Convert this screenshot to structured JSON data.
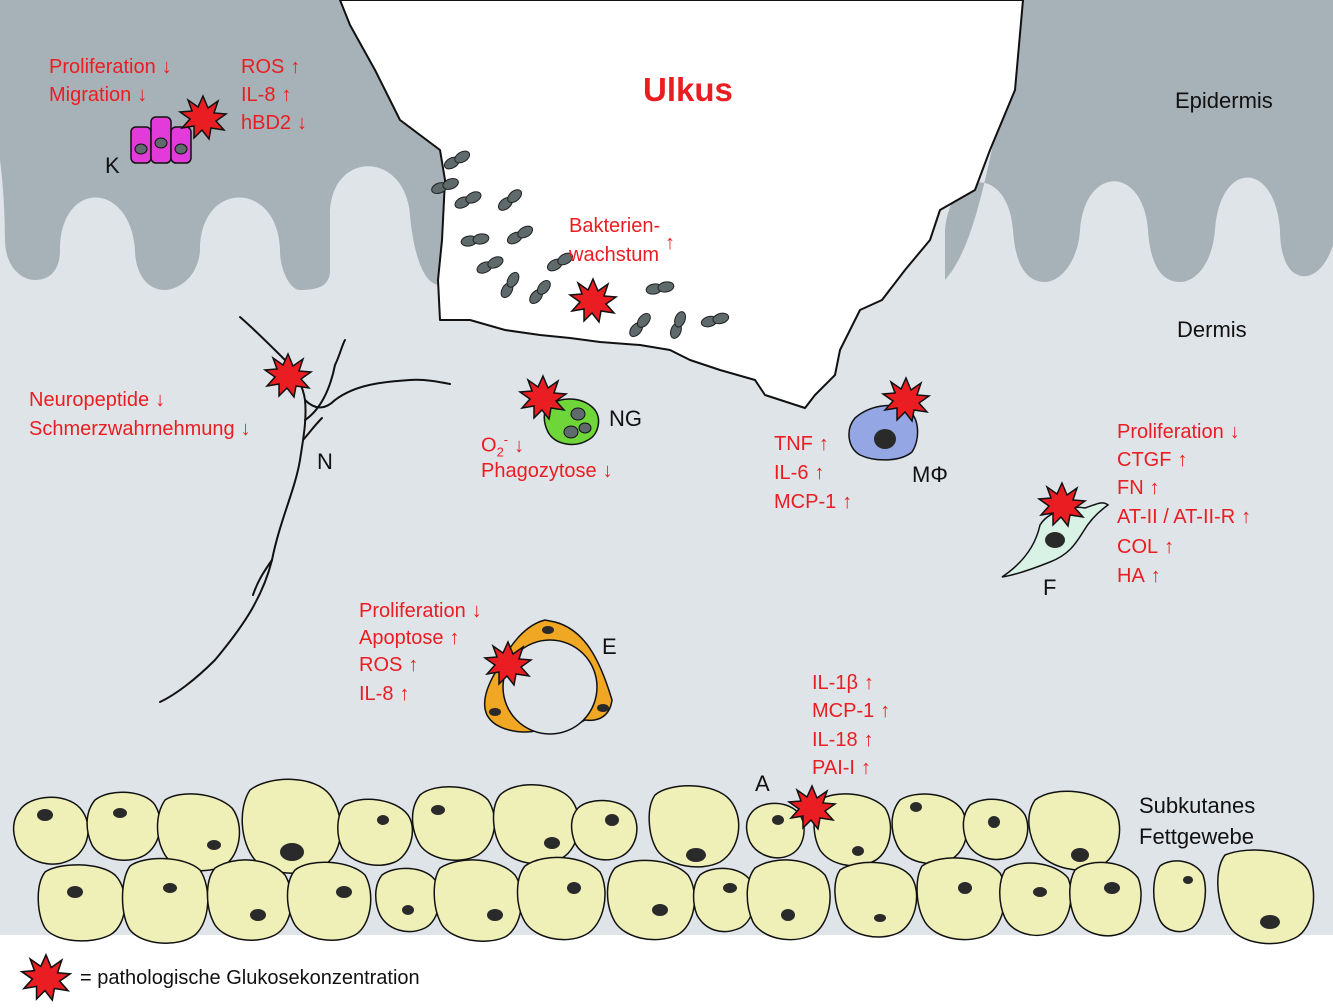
{
  "title": "Ulkus",
  "layers": {
    "epidermis": "Epidermis",
    "dermis": "Dermis",
    "subcutis_line1": "Subkutanes",
    "subcutis_line2": "Fettgewebe"
  },
  "cells": {
    "K": "K",
    "N": "N",
    "NG": "NG",
    "MF": "MΦ",
    "F": "F",
    "E": "E",
    "A": "A"
  },
  "keratinocyte_effects": [
    {
      "text": "Proliferation",
      "arrow": "↓"
    },
    {
      "text": "Migration",
      "arrow": "↓"
    }
  ],
  "keratinocyte_effects_2": [
    {
      "text": "ROS",
      "arrow": "↑"
    },
    {
      "text": "IL-8",
      "arrow": "↑"
    },
    {
      "text": "hBD2",
      "arrow": "↓"
    }
  ],
  "bacteria_effect": {
    "line1": "Bakterien-",
    "line2": "wachstum",
    "arrow": "↑"
  },
  "nerve_effects": [
    {
      "text": "Neuropeptide",
      "arrow": "↓"
    },
    {
      "text": "Schmerzwahrnehmung",
      "arrow": "↓"
    }
  ],
  "neutrophil_effects": [
    {
      "text": "O2-",
      "arrow": "↓"
    },
    {
      "text": "Phagozytose",
      "arrow": "↓"
    }
  ],
  "macrophage_effects": [
    {
      "text": "TNF",
      "arrow": "↑"
    },
    {
      "text": "IL-6",
      "arrow": "↑"
    },
    {
      "text": "MCP-1",
      "arrow": "↑"
    }
  ],
  "fibroblast_effects": [
    {
      "text": "Proliferation",
      "arrow": "↓"
    },
    {
      "text": "CTGF",
      "arrow": "↑"
    },
    {
      "text": "FN",
      "arrow": "↑"
    },
    {
      "text": "AT-II / AT-II-R",
      "arrow": "↑"
    },
    {
      "text": "COL",
      "arrow": "↑"
    },
    {
      "text": "HA",
      "arrow": "↑"
    }
  ],
  "endothelial_effects": [
    {
      "text": "Proliferation",
      "arrow": "↓"
    },
    {
      "text": "Apoptose",
      "arrow": "↑"
    },
    {
      "text": "ROS",
      "arrow": "↑"
    },
    {
      "text": "IL-8",
      "arrow": "↑"
    }
  ],
  "adipocyte_effects": [
    {
      "text": "IL-1β",
      "arrow": "↑"
    },
    {
      "text": "MCP-1",
      "arrow": "↑"
    },
    {
      "text": "IL-18",
      "arrow": "↑"
    },
    {
      "text": "PAI-I",
      "arrow": "↑"
    }
  ],
  "legend": "= pathologische Glukosekonzentration",
  "colors": {
    "epidermis": "#a7b2b8",
    "dermis": "#dfe4e9",
    "highlight_red": "#ea1d22",
    "keratinocyte": "#e23bd9",
    "neutrophil": "#6fd63a",
    "macrophage": "#94a6e4",
    "fibroblast": "#d8f2e6",
    "endothelial": "#efa724",
    "adipocyte": "#eef0b8",
    "bacteria": "#5f6a6c"
  }
}
